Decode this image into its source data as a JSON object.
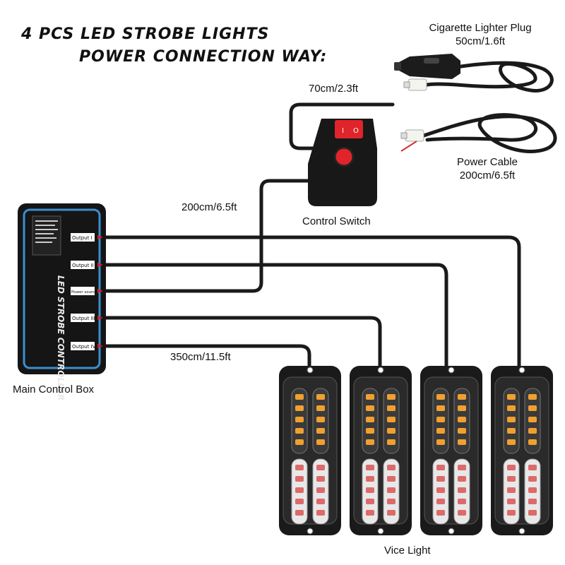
{
  "title": {
    "line1": "4 PCS LED STROBE LIGHTS",
    "line2": "POWER CONNECTION WAY:"
  },
  "labels": {
    "cigarette_plug": "Cigarette Lighter Plug",
    "cigarette_plug_length": "50cm/1.6ft",
    "switch_cable_length": "70cm/2.3ft",
    "power_cable": "Power Cable",
    "power_cable_length": "200cm/6.5ft",
    "control_cable_length": "200cm/6.5ft",
    "control_switch": "Control Switch",
    "light_cable_length": "350cm/11.5ft",
    "main_control_box": "Main Control Box",
    "vice_light": "Vice Light"
  },
  "controller": {
    "name": "LED STROBE CONTROLLER",
    "ports": [
      "Output I",
      "Output II",
      "Power source",
      "Output III",
      "Output IV"
    ]
  },
  "switch_symbols": {
    "on": "I",
    "off": "O"
  },
  "lights": {
    "count": 4
  },
  "colors": {
    "cable": "#1a1a1a",
    "box_border": "#3a8fd0",
    "switch_red": "#e0242a",
    "led_amber": "#f0a030",
    "led_red": "#d84040"
  }
}
